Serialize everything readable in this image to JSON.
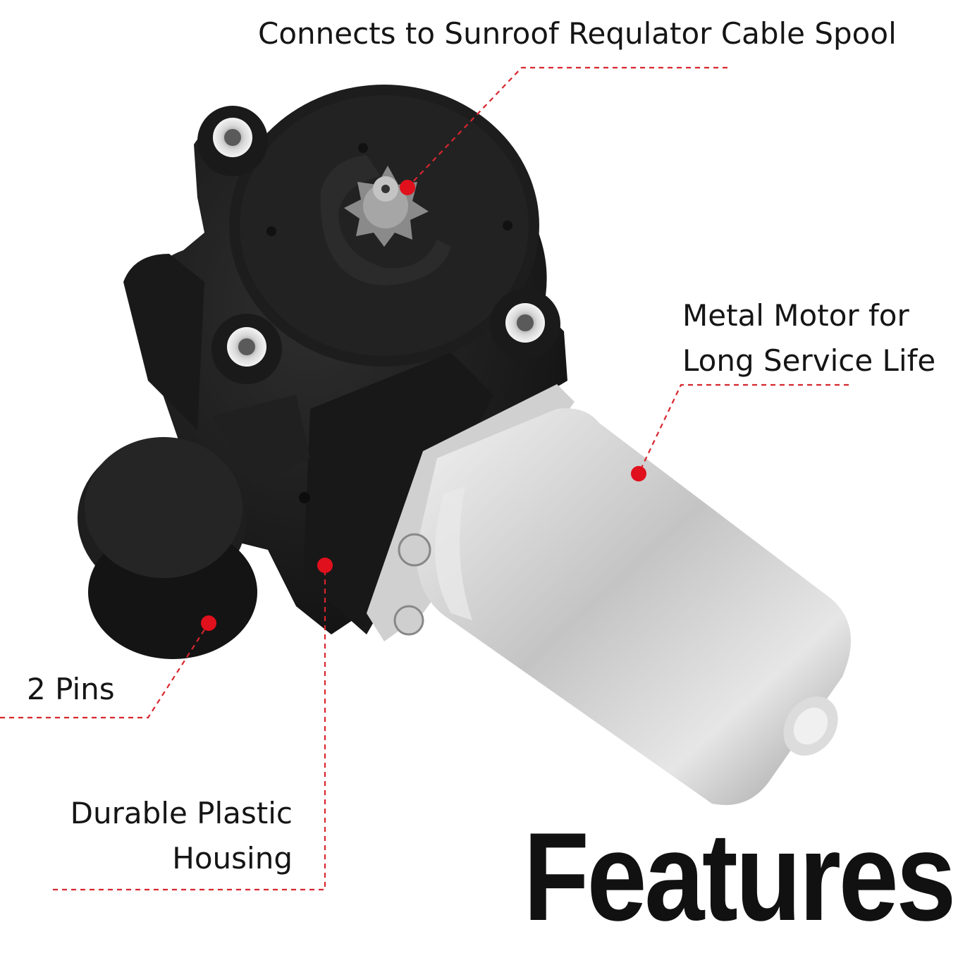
{
  "callouts": {
    "spool": "Connects to Sunroof Requlator Cable Spool",
    "motor_line1": "Metal Motor for",
    "motor_line2": "Long Service Life",
    "pins": "2 Pins",
    "housing_line1": "Durable Plastic",
    "housing_line2": "Housing"
  },
  "heading": "Features",
  "colors": {
    "leader_line": "#d8262e",
    "marker": "#e0101c",
    "housing": "#1b1b1b",
    "motor_can": "#c9c9c9"
  }
}
